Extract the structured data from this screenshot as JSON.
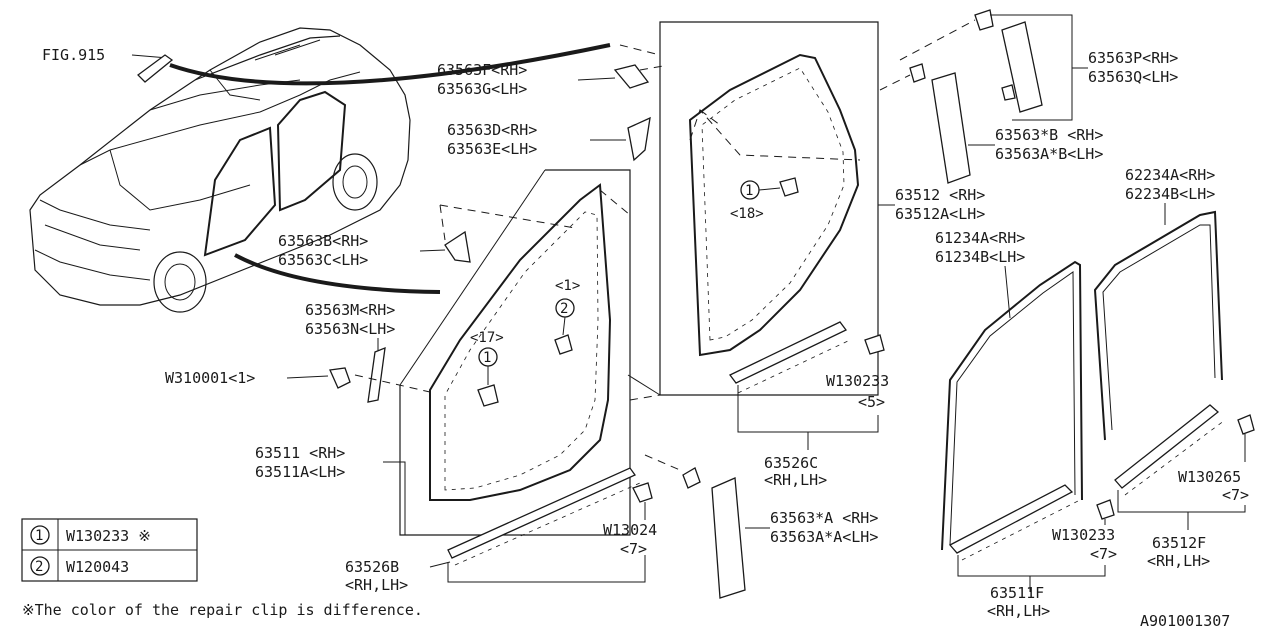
{
  "labels": {
    "fig": "FIG.915",
    "p63563f": "63563F<RH>",
    "p63563g": "63563G<LH>",
    "p63563d": "63563D<RH>",
    "p63563e": "63563E<LH>",
    "p63563b": "63563B<RH>",
    "p63563c": "63563C<LH>",
    "p63563m": "63563M<RH>",
    "p63563n": "63563N<LH>",
    "w310001": "W310001<1>",
    "p63511": "63511 <RH>",
    "p63511a": "63511A<LH>",
    "p63526b": "63526B",
    "p63526b_side": "<RH,LH>",
    "w13024": "W13024",
    "w13024_qty": "<7>",
    "qty17": "<17>",
    "qty1": "<1>",
    "qty18": "<18>",
    "p63512": "63512 <RH>",
    "p63512a": "63512A<LH>",
    "w130233_mid": "W130233",
    "w130233_mid_qty": "<5>",
    "p63526c": "63526C",
    "p63526c_side": "<RH,LH>",
    "p63563sa": "63563*A <RH>",
    "p63563asa": "63563A*A<LH>",
    "p63563p": "63563P<RH>",
    "p63563q": "63563Q<LH>",
    "p63563sb": "63563*B <RH>",
    "p63563asb": "63563A*B<LH>",
    "p62234a": "62234A<RH>",
    "p62234b": "62234B<LH>",
    "p61234a": "61234A<RH>",
    "p61234b": "61234B<LH>",
    "w130265": "W130265",
    "w130265_qty": "<7>",
    "w130233_rt": "W130233",
    "w130233_rt_qty": "<7>",
    "p63512f": "63512F",
    "p63512f_side": "<RH,LH>",
    "p63511f": "63511F",
    "p63511f_side": "<RH,LH>",
    "diagram_id": "A901001307"
  },
  "callouts": {
    "c1": "1",
    "c2": "2"
  },
  "legend": {
    "rows": [
      {
        "mark": "1",
        "code": "W130233 ※"
      },
      {
        "mark": "2",
        "code": "W120043"
      }
    ],
    "note": "※The color of the repair clip is difference."
  },
  "colors": {
    "ink": "#1a1a1a",
    "background": "#ffffff"
  }
}
